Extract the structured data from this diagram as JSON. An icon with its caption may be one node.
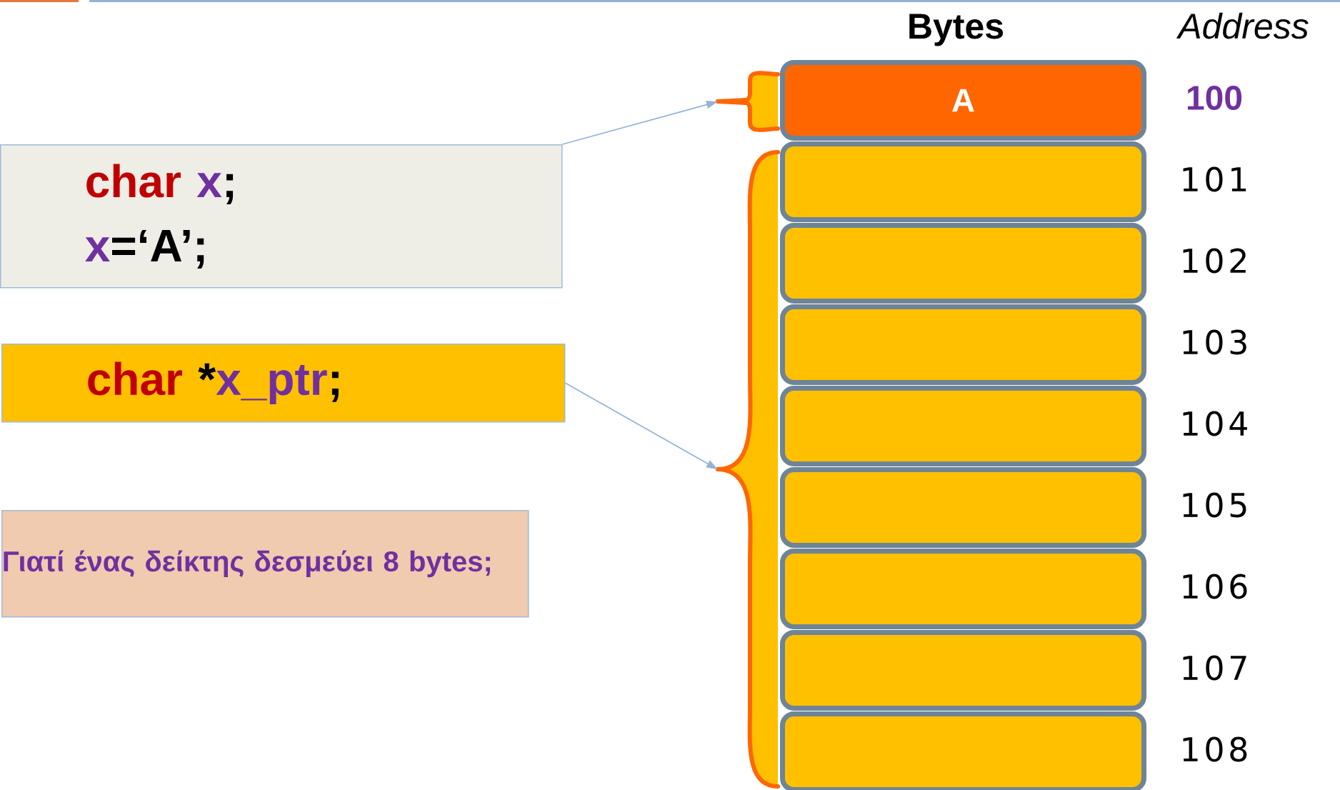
{
  "diagram": {
    "nodes": [
      {
        "text": [
          "char",
          "x",
          ";",
          "x",
          "=‘A’;"
        ]
      },
      {
        "text": [
          "char",
          "*",
          "x_ptr",
          ";"
        ]
      },
      {
        "text": [
          "Γιατί ένας δείκτης δεσμεύει 8 bytes;"
        ]
      },
      {
        "text": [
          "A"
        ],
        "beside": [
          "100"
        ]
      },
      {
        "text": [],
        "shape": "box",
        "beside": [
          "101"
        ]
      },
      {
        "text": [],
        "shape": "box",
        "beside": [
          "102"
        ]
      },
      {
        "text": [],
        "shape": "box",
        "beside": [
          "103"
        ]
      },
      {
        "text": [],
        "shape": "box",
        "beside": [
          "104"
        ]
      },
      {
        "text": [],
        "shape": "box",
        "beside": [
          "105"
        ]
      },
      {
        "text": [],
        "shape": "box",
        "beside": [
          "106"
        ]
      },
      {
        "text": [],
        "shape": "box",
        "beside": [
          "107"
        ]
      },
      {
        "text": [],
        "shape": "box",
        "beside": [
          "108"
        ]
      },
      {
        "text": [],
        "shape": "brace"
      },
      {
        "text": [],
        "shape": "brace"
      }
    ],
    "edges": [
      {
        "from": 0,
        "to": 12,
        "arrow": "to"
      },
      {
        "from": 1,
        "to": 13,
        "arrow": "to"
      }
    ],
    "labels": [
      "Bytes",
      "Address"
    ]
  }
}
